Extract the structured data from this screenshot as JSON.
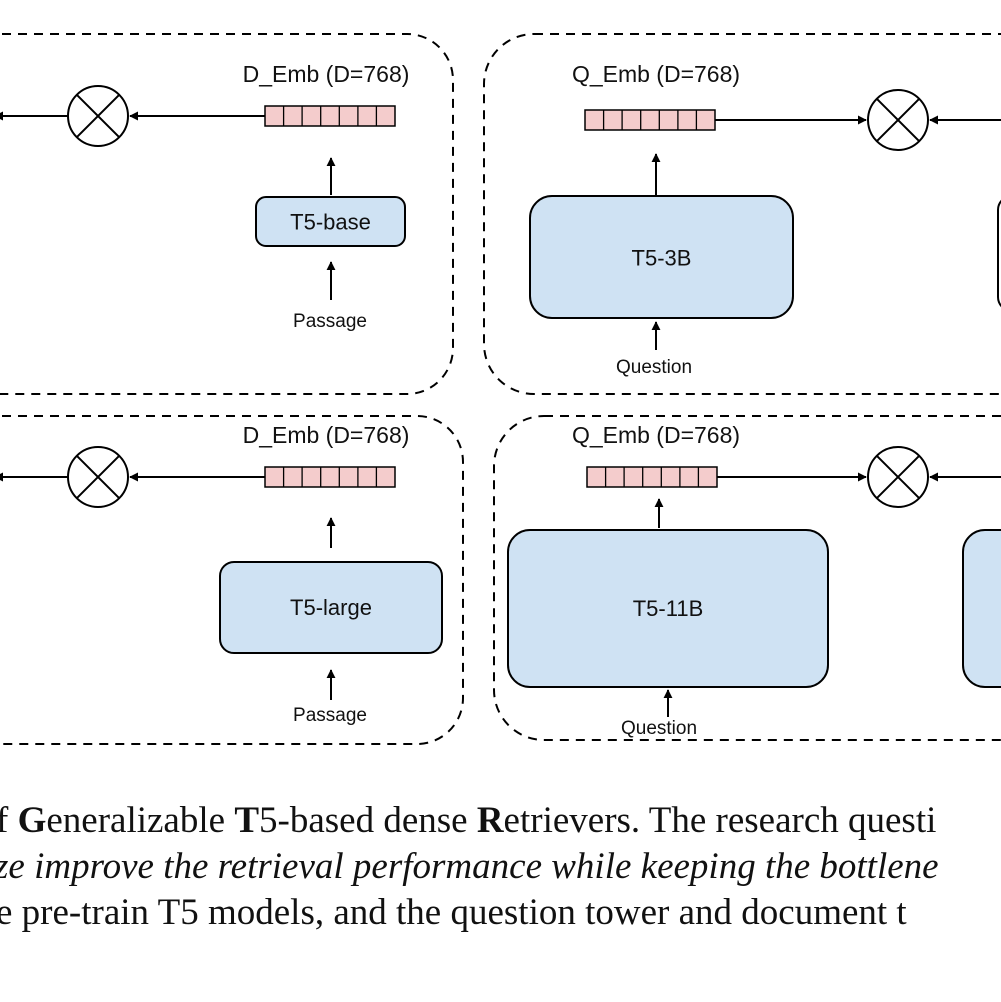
{
  "diagram": {
    "labels": {
      "d_emb": "D_Emb (D=768)",
      "q_emb": "Q_Emb (D=768)",
      "passage": "Passage",
      "question": "Question"
    },
    "models": {
      "top_left": "T5-base",
      "top_right": "T5-3B",
      "bottom_left": "T5-large",
      "bottom_right": "T5-11B"
    },
    "colors": {
      "model_fill": "#cfe2f3",
      "embedding_fill": "#f4cccc",
      "stroke": "#000000"
    }
  },
  "caption": {
    "line1": [
      {
        "text": "f ",
        "bold": false
      },
      {
        "text": "G",
        "bold": true
      },
      {
        "text": "eneralizable ",
        "bold": false
      },
      {
        "text": "T",
        "bold": true
      },
      {
        "text": "5-based dense ",
        "bold": false
      },
      {
        "text": "R",
        "bold": true
      },
      {
        "text": "etrievers. The research questi",
        "bold": false
      }
    ],
    "line2": "ze improve the retrieval performance while keeping the bottlene",
    "line3": "e pre-train T5 models, and the question tower and document t"
  }
}
